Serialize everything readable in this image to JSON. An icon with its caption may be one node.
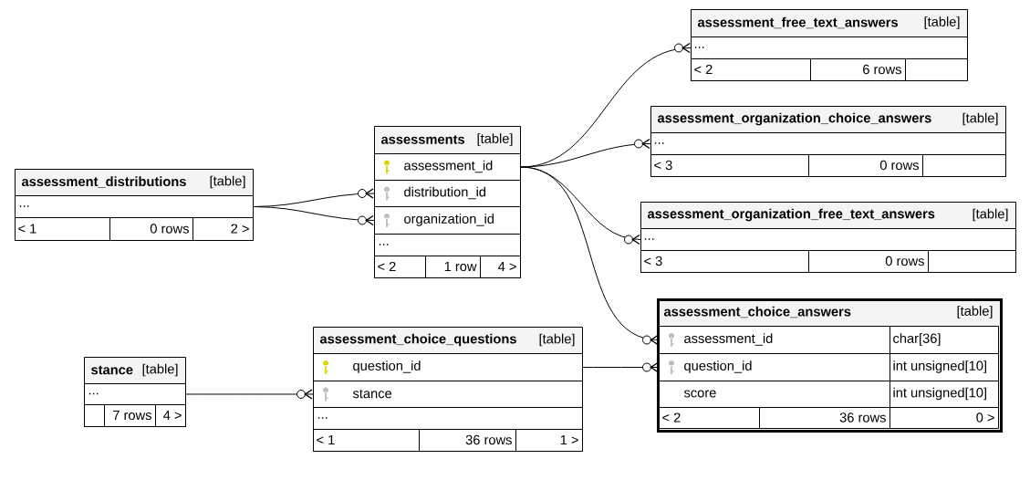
{
  "diagram": {
    "nodes": [
      {
        "text": [
          "assessment_distributions",
          "[table]"
        ]
      },
      {
        "text": [
          "..."
        ],
        "in": 0
      },
      {
        "text": [
          "< 1"
        ],
        "in": 0
      },
      {
        "text": [
          "0 rows"
        ],
        "in": 0
      },
      {
        "text": [
          "2 >"
        ],
        "in": 0
      },
      {
        "text": [
          "assessments",
          "[table]"
        ]
      },
      {
        "text": [
          "assessment_id"
        ],
        "in": 5
      },
      {
        "text": [
          "distribution_id"
        ],
        "in": 5
      },
      {
        "text": [
          "organization_id"
        ],
        "in": 5
      },
      {
        "text": [
          "..."
        ],
        "in": 5
      },
      {
        "text": [
          "< 2"
        ],
        "in": 5
      },
      {
        "text": [
          "1 row"
        ],
        "in": 5
      },
      {
        "text": [
          "4 >"
        ],
        "in": 5
      },
      {
        "text": [
          "assessment_free_text_answers",
          "[table]"
        ]
      },
      {
        "text": [
          "..."
        ],
        "in": 13
      },
      {
        "text": [
          "< 2"
        ],
        "in": 13
      },
      {
        "text": [
          "6 rows"
        ],
        "in": 13
      },
      {
        "text": [],
        "shape": "box",
        "in": 13
      },
      {
        "text": [
          "assessment_organization_choice_answers",
          "[table]"
        ]
      },
      {
        "text": [
          "..."
        ],
        "in": 18
      },
      {
        "text": [
          "< 3"
        ],
        "in": 18
      },
      {
        "text": [
          "0 rows"
        ],
        "in": 18
      },
      {
        "text": [],
        "shape": "box",
        "in": 18
      },
      {
        "text": [
          "assessment_organization_free_text_answers",
          "[table]"
        ]
      },
      {
        "text": [
          "..."
        ],
        "in": 23
      },
      {
        "text": [
          "< 3"
        ],
        "in": 23
      },
      {
        "text": [
          "0 rows"
        ],
        "in": 23
      },
      {
        "text": [],
        "shape": "box",
        "in": 23
      },
      {
        "text": [
          "assessment_choice_answers",
          "[table]"
        ]
      },
      {
        "text": [
          "assessment_id"
        ],
        "in": 28
      },
      {
        "text": [
          "char[36]"
        ],
        "in": 28
      },
      {
        "text": [
          "question_id"
        ],
        "in": 28
      },
      {
        "text": [
          "int unsigned[10]"
        ],
        "in": 28
      },
      {
        "text": [
          "score"
        ],
        "in": 28
      },
      {
        "text": [
          "int unsigned[10]"
        ],
        "in": 28
      },
      {
        "text": [
          "< 2"
        ],
        "in": 28
      },
      {
        "text": [
          "36 rows"
        ],
        "in": 28
      },
      {
        "text": [
          "0 >"
        ],
        "in": 28
      },
      {
        "text": [
          "assessment_choice_questions",
          "[table]"
        ]
      },
      {
        "text": [
          "question_id"
        ],
        "in": 38
      },
      {
        "text": [
          "stance"
        ],
        "in": 38
      },
      {
        "text": [
          "..."
        ],
        "in": 38
      },
      {
        "text": [
          "< 1"
        ],
        "in": 38
      },
      {
        "text": [
          "36 rows"
        ],
        "in": 38
      },
      {
        "text": [
          "1 >"
        ],
        "in": 38
      },
      {
        "text": [
          "stance",
          "[table]"
        ]
      },
      {
        "text": [
          "..."
        ],
        "in": 45
      },
      {
        "text": [],
        "shape": "box",
        "in": 45
      },
      {
        "text": [
          "7 rows"
        ],
        "in": 45
      },
      {
        "text": [
          "4 >"
        ],
        "in": 45
      }
    ],
    "edges": [
      {
        "from": 1,
        "to": 7,
        "arrow": "other"
      },
      {
        "from": 1,
        "to": 8,
        "arrow": "other"
      },
      {
        "from": 6,
        "to": 14,
        "arrow": "other"
      },
      {
        "from": 6,
        "to": 19,
        "arrow": "other"
      },
      {
        "from": 6,
        "to": 24,
        "arrow": "other"
      },
      {
        "from": 6,
        "to": 29,
        "arrow": "other"
      },
      {
        "from": 39,
        "to": 31,
        "arrow": "other"
      },
      {
        "from": 46,
        "to": 40,
        "arrow": "other"
      }
    ]
  }
}
